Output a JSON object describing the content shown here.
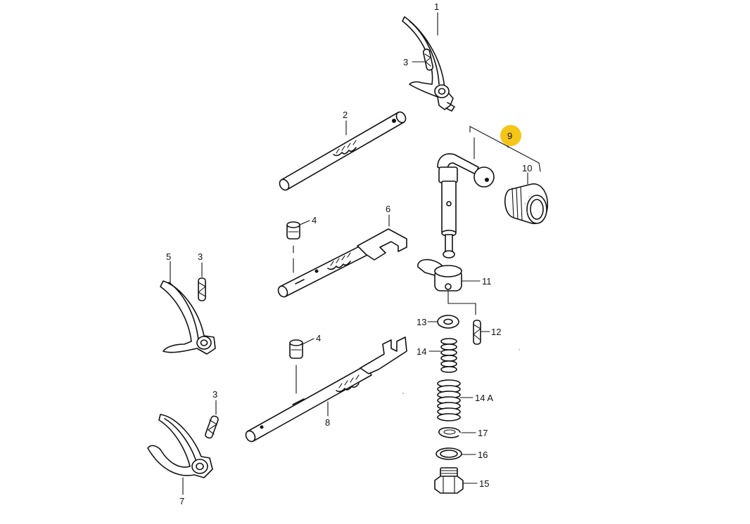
{
  "colors": {
    "highlight": "#F5C518",
    "ink": "#111111",
    "background": "#FFFFFF"
  },
  "labels": {
    "p1": "1",
    "p2": "2",
    "p3a": "3",
    "p3b": "3",
    "p3c": "3",
    "p4a": "4",
    "p4b": "4",
    "p5": "5",
    "p6": "6",
    "p7": "7",
    "p8": "8",
    "p9": "9",
    "p10": "10",
    "p11": "11",
    "p12": "12",
    "p13": "13",
    "p14": "14",
    "p14a": "14 A",
    "p15": "15",
    "p16": "16",
    "p17": "17"
  }
}
